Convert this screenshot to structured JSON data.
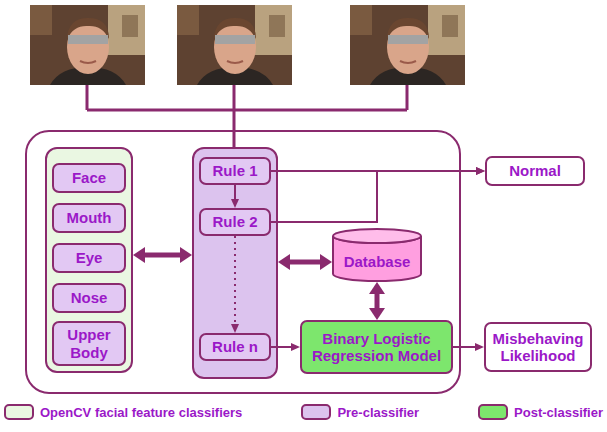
{
  "diagram": {
    "nodes": [
      {
        "text": []
      },
      {
        "text": [],
        "in": 0
      },
      {
        "text": [
          "Face"
        ],
        "in": 1
      },
      {
        "text": [
          "Mouth"
        ],
        "in": 1
      },
      {
        "text": [
          "Eye"
        ],
        "in": 1
      },
      {
        "text": [
          "Nose"
        ],
        "in": 1
      },
      {
        "text": [
          "Upper Body"
        ],
        "in": 1
      },
      {
        "text": [],
        "in": 0
      },
      {
        "text": [
          "Rule 1"
        ],
        "in": 7
      },
      {
        "text": [
          "Rule 2"
        ],
        "in": 7
      },
      {
        "text": [
          "Rule n"
        ],
        "in": 7
      },
      {
        "text": [
          "Database"
        ],
        "in": 0
      },
      {
        "text": [
          "Binary Logistic Regression Model"
        ],
        "in": 0
      },
      {
        "text": [
          "Normal"
        ]
      },
      {
        "text": [
          "Misbehaving Likelihood"
        ]
      }
    ],
    "edges": [
      {
        "from": 1,
        "to": 7,
        "arrow": "both"
      },
      {
        "from": 8,
        "to": 9,
        "arrow": "to"
      },
      {
        "from": 9,
        "to": 10,
        "arrow": "to"
      },
      {
        "from": 8,
        "to": 13,
        "arrow": "to"
      },
      {
        "from": 9,
        "to": 13,
        "arrow": "to"
      },
      {
        "from": 7,
        "to": 11,
        "arrow": "both"
      },
      {
        "from": 11,
        "to": 12,
        "arrow": "both"
      },
      {
        "from": 10,
        "to": 12,
        "arrow": "to"
      },
      {
        "from": 12,
        "to": 14,
        "arrow": "to"
      }
    ],
    "legend": [
      {
        "text": "OpenCV facial feature classifiers",
        "color": "#eaf7e2"
      },
      {
        "text": "Pre-classifier",
        "color": "#dcc3ee"
      },
      {
        "text": "Post-classifier",
        "color": "#7de66d"
      }
    ]
  }
}
